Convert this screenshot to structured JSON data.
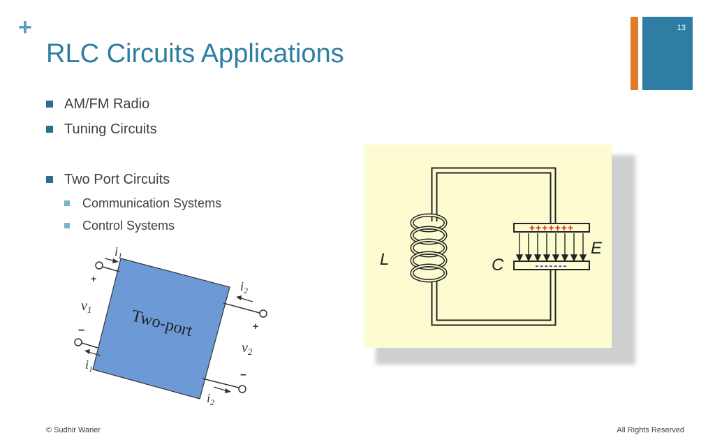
{
  "slide": {
    "number": "13",
    "title": "RLC Circuits Applications",
    "bullets": [
      "AM/FM Radio",
      "Tuning Circuits",
      "Two Port Circuits"
    ],
    "sub_bullets": [
      "Communication Systems",
      "Control Systems"
    ],
    "footer_left": "© Sudhir Warier",
    "footer_right": "All Rights Reserved"
  },
  "two_port_figure": {
    "box_label": "Two-port",
    "i1": "i",
    "i1_sub": "1",
    "i2": "i",
    "i2_sub": "2",
    "v1": "v",
    "v1_sub": "1",
    "v2": "v",
    "v2_sub": "2",
    "plus": "+",
    "minus": "−"
  },
  "lc_figure": {
    "inductor_label": "L",
    "capacitor_label": "C",
    "field_label": "E",
    "positive_charges": "+++++++",
    "negative_charges": "-------"
  },
  "colors": {
    "accent_blue": "#2e7ea3",
    "accent_orange": "#e07b28",
    "plus_color": "#5b9bc4",
    "panel_bg": "#fdfcd0",
    "box_fill": "#6d9ad6"
  }
}
